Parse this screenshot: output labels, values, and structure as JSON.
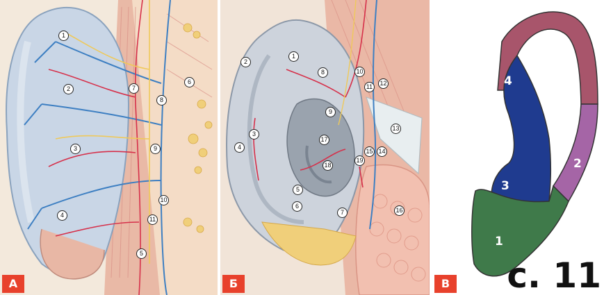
{
  "panels": {
    "a": {
      "label": "А",
      "markers": [
        "1",
        "2",
        "3",
        "4",
        "5",
        "6",
        "7",
        "8",
        "9",
        "10",
        "11"
      ]
    },
    "b": {
      "label": "Б",
      "markers": [
        "1",
        "2",
        "3",
        "4",
        "5",
        "6",
        "7",
        "8",
        "9",
        "10",
        "11",
        "12",
        "13",
        "14",
        "15",
        "16",
        "17",
        "18",
        "19"
      ]
    },
    "c": {
      "label": "В",
      "zones": [
        "1",
        "2",
        "3",
        "4"
      ],
      "caption": "с. 11"
    }
  },
  "colors": {
    "tag_bg": "#e8412c",
    "zone_1": "#3f7a4a",
    "zone_2": "#a565a6",
    "zone_3": "#1f3b8f",
    "zone_4": "#a8556b",
    "artery": "#d6304a",
    "vein": "#3d7fc2",
    "nerve": "#efc95a"
  }
}
